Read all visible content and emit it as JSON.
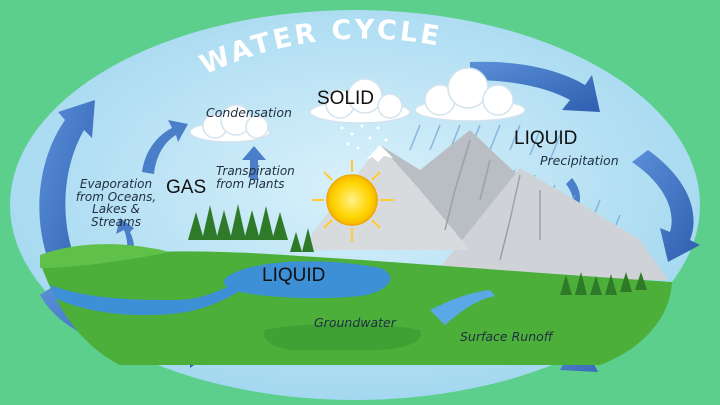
{
  "title": "WATER CYCLE",
  "labels": {
    "condensation": "Condensation",
    "precipitation": "Precipitation",
    "evaporation": "Evaporation\nfrom Oceans,\nLakes & Streams",
    "transpiration": "Transpiration\nfrom Plants",
    "groundwater": "Groundwater",
    "surface_runoff": "Surface Runoff"
  },
  "states": {
    "solid": "SOLID",
    "liquid_top": "LIQUID",
    "gas": "GAS",
    "liquid_lake": "LIQUID"
  },
  "colors": {
    "background": "#5ccf8c",
    "sky": "#bfe6f5",
    "arrow": "#3a6fc4",
    "grass": "#4caf3a",
    "water": "#3d8fd6",
    "mountain": "#c9cdd2",
    "sun": "#ffd400"
  }
}
